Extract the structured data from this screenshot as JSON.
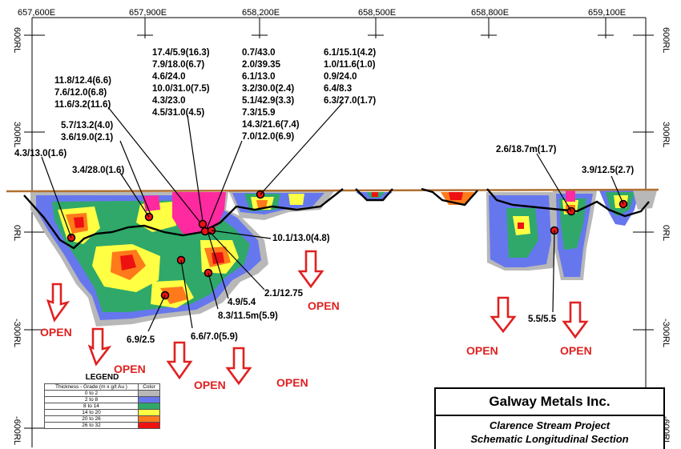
{
  "eastings": [
    "657,600E",
    "657,900E",
    "658,200E",
    "658,500E",
    "658,800E",
    "659,100E"
  ],
  "rl_left": [
    "600RL",
    "300RL",
    "0RL",
    "-300RL",
    "-600RL"
  ],
  "rl_right": [
    "600RL",
    "300RL",
    "0RL",
    "-300RL",
    "-600RL"
  ],
  "intercept_labels": {
    "c1": [
      "17.4/5.9(16.3)",
      "7.9/18.0(6.7)",
      "4.6/24.0",
      "10.0/31.0(7.5)",
      "4.3/23.0",
      "4.5/31.0(4.5)"
    ],
    "c2": [
      "0.7/43.0",
      "2.0/39.35",
      "6.1/13.0",
      "3.2/30.0(2.4)",
      "5.1/42.9(3.3)",
      "7.3/15.9",
      "14.3/21.6(7.4)",
      "7.0/12.0(6.9)"
    ],
    "c3": [
      "6.1/15.1(4.2)",
      "1.0/11.6(1.0)",
      "0.9/24.0",
      "6.4/8.3",
      "6.3/27.0(1.7)"
    ],
    "c4": [
      "11.8/12.4(6.6)",
      "7.6/12.0(6.8)",
      "11.6/3.2(11.6)"
    ],
    "c5": [
      "5.7/13.2(4.0)",
      "3.6/19.0(2.1)"
    ],
    "l_43": "4.3/13.0(1.6)",
    "l_34": "3.4/28.0(1.6)",
    "l_26": "2.6/18.7m(1.7)",
    "l_39": "3.9/12.5(2.7)",
    "l_101": "10.1/13.0(4.8)",
    "l_21": "2.1/12.75",
    "l_49": "4.9/5.4",
    "l_83": "8.3/11.5m(5.9)",
    "l_69": "6.9/2.5",
    "l_66": "6.6/7.0(5.9)",
    "l_55": "5.5/5.5"
  },
  "open_label": "OPEN",
  "legend": {
    "title": "LEGEND",
    "header_left": "Thickness - Grade (m x g/t Au )",
    "header_right": "Color",
    "rows": [
      {
        "range": "0 to 2",
        "color": "#b8b8b8"
      },
      {
        "range": "2 to 8",
        "color": "#6677ee"
      },
      {
        "range": "8 to 14",
        "color": "#2fa86a"
      },
      {
        "range": "14 to 20",
        "color": "#ffff44"
      },
      {
        "range": "20 to 26",
        "color": "#ff7a1a"
      },
      {
        "range": "26 to 32",
        "color": "#ee1111"
      }
    ]
  },
  "title_block": {
    "company": "Galway Metals Inc.",
    "project": "Clarence Stream Project",
    "section": "Schematic Longitudinal Section"
  },
  "colors": {
    "surface": "#b07030",
    "open_arrow": "#e02020",
    "hot_pink": "#ff2aa0"
  }
}
